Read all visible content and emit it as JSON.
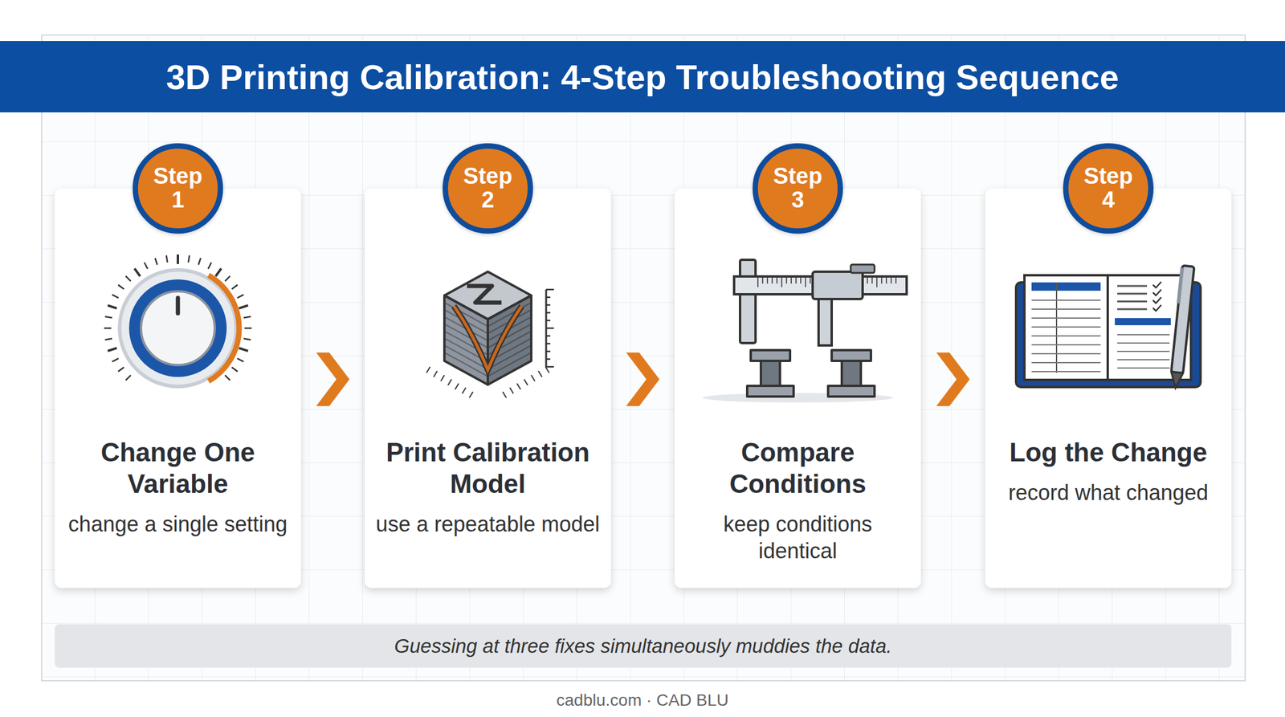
{
  "diagram": {
    "title": "3D Printing Calibration: 4-Step Troubleshooting Sequence",
    "nodes": [
      {
        "text": [
          "Step 1"
        ]
      },
      {
        "text": [
          "Change One Variable",
          "change a single setting"
        ]
      },
      {
        "text": [
          "Step 2"
        ]
      },
      {
        "text": [
          "Print Calibration Model",
          "use a repeatable model"
        ]
      },
      {
        "text": [
          "Step 3"
        ]
      },
      {
        "text": [
          "Compare Conditions",
          "keep conditions identical"
        ]
      },
      {
        "text": [
          "Step 4"
        ]
      },
      {
        "text": [
          "Log the Change",
          "record what changed"
        ]
      },
      {
        "text": [
          "Guessing at three fixes simultaneously muddies the data."
        ]
      }
    ],
    "edges": [
      {
        "from": 1,
        "to": 3,
        "arrow": "to"
      },
      {
        "from": 3,
        "to": 5,
        "arrow": "to"
      },
      {
        "from": 5,
        "to": 7,
        "arrow": "to"
      }
    ],
    "labels": [
      "cadblu.com · CAD BLU"
    ]
  }
}
